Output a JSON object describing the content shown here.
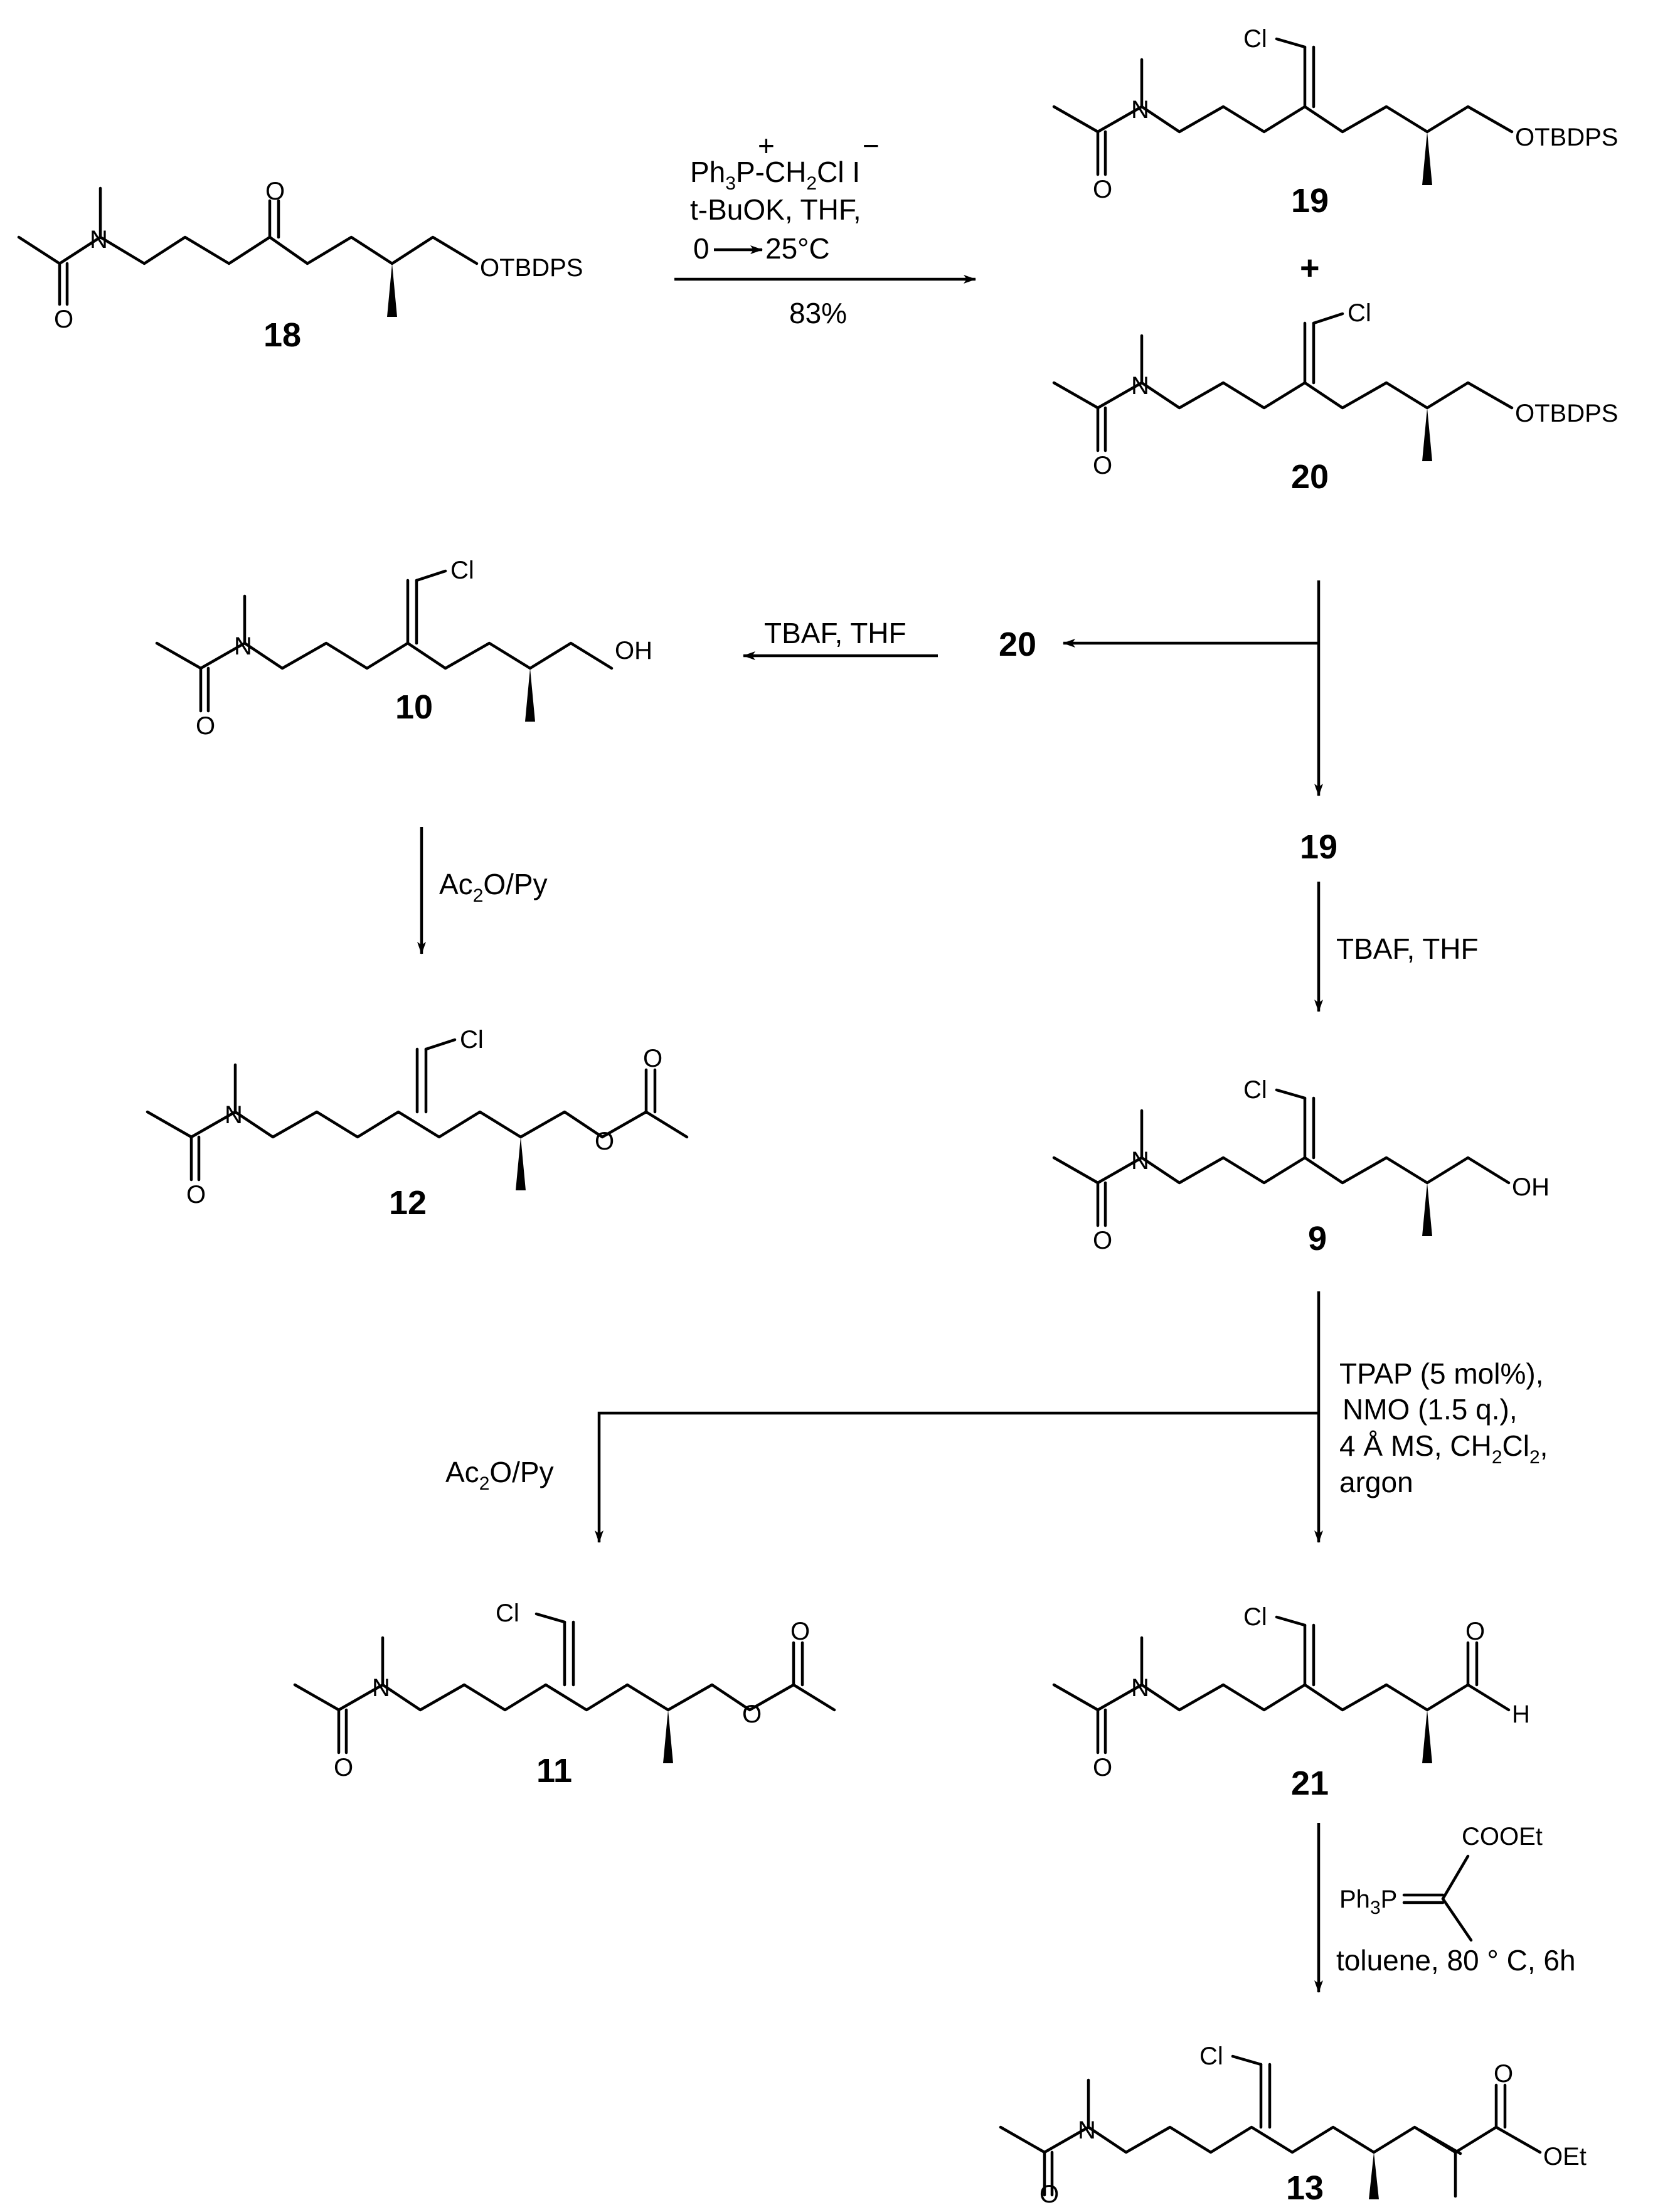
{
  "compounds": {
    "c18": "18",
    "c19": "19",
    "c20": "20",
    "c10": "10",
    "c12": "12",
    "c9": "9",
    "c11": "11",
    "c21": "21",
    "c13": "13",
    "c20_mid": "20",
    "c19_mid": "19",
    "plus": "+"
  },
  "atoms": {
    "N": "N",
    "O": "O",
    "Cl": "Cl",
    "OTBDPS": "OTBDPS",
    "OH": "OH",
    "H": "H",
    "OEt": "OEt",
    "COOEt": "COOEt",
    "Ph3P": "Ph3P"
  },
  "reagents": {
    "step1_line1": "Ph3P-CH2Cl  I",
    "step1_line2": "t-BuOK, THF,",
    "step1_line3_a": "0",
    "step1_line3_b": "25°C",
    "step1_yield": "83%",
    "tbaf_left": "TBAF, THF",
    "tbaf_right": "TBAF, THF",
    "ac2o_left": "Ac2O/Py",
    "ac2o_bottom": "Ac2O/Py",
    "tpap_1": "TPAP (5 mol%),",
    "tpap_2": "NMO (1.5 q.),",
    "tpap_3": "4 Å MS, CH2Cl2,",
    "tpap_4": "argon",
    "wittig_cond": "toluene, 80 ° C, 6h"
  },
  "colors": {
    "ink": "#000000",
    "background": "#ffffff"
  }
}
